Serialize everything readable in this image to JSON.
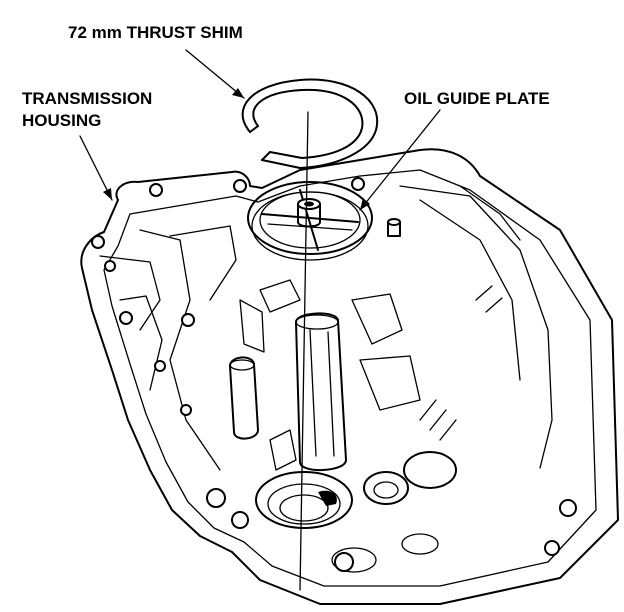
{
  "labels": {
    "thrust_shim": "72 mm THRUST SHIM",
    "oil_guide_plate": "OIL GUIDE PLATE",
    "housing_line1": "TRANSMISSION",
    "housing_line2": "HOUSING"
  }
}
